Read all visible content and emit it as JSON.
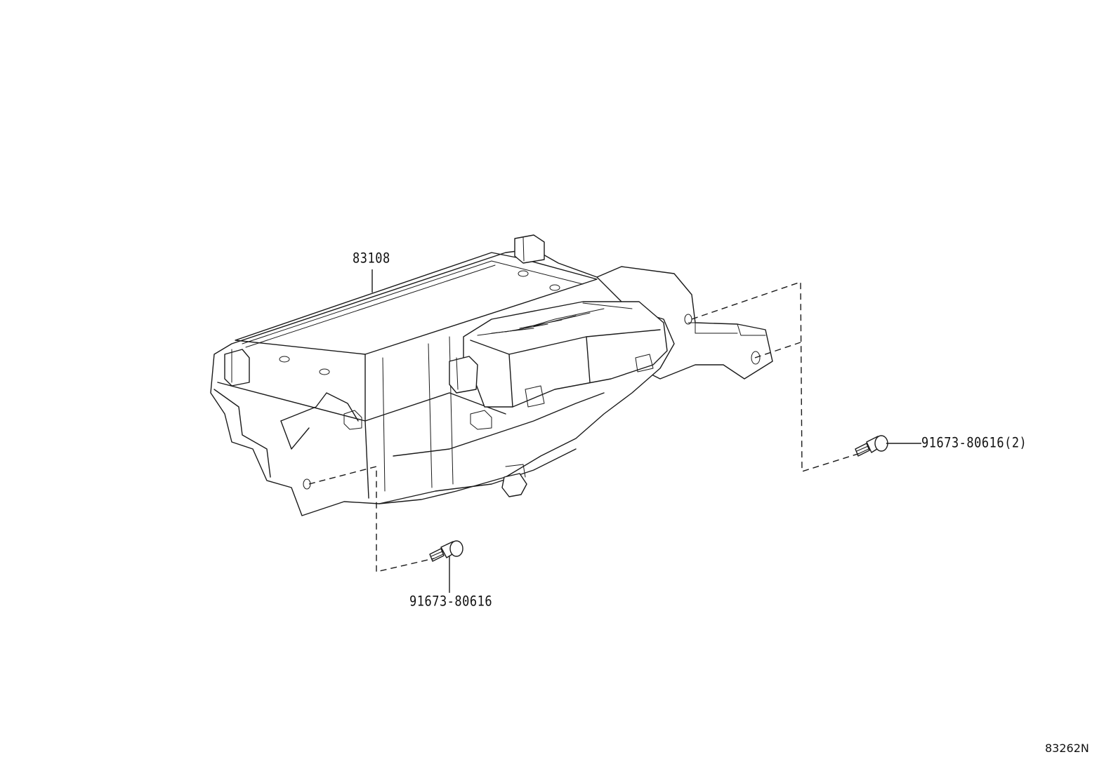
{
  "diagram": {
    "parts": [
      {
        "id": "meter-assembly",
        "number": "83108"
      },
      {
        "id": "screw-lower",
        "number": "91673-80616"
      },
      {
        "id": "screw-right",
        "number": "91673-80616(2)"
      }
    ],
    "illustration_code": "83262N"
  }
}
